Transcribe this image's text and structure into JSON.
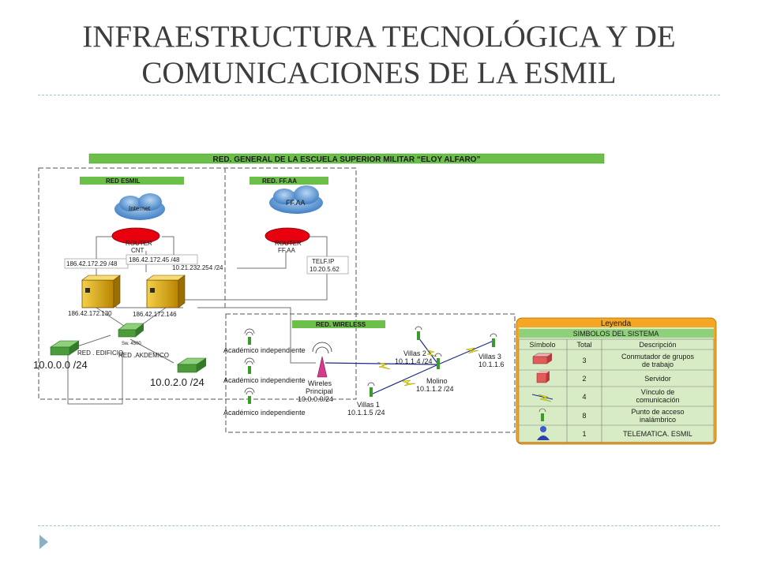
{
  "slide": {
    "title_line1": "INFRAESTRUCTURA TECNOLÓGICA Y DE",
    "title_line2": "COMUNICACIONES DE LA ESMIL"
  },
  "diagram": {
    "banner": "RED. GENERAL DE  LA ESCUELA SUPERIOR MILITAR “ELOY ALFARO”",
    "net_esmil": "RED ESMIL",
    "net_ffaa": "RED. FF.AA",
    "cloud_internet": "Internet",
    "cloud_ffaa": "FF.AA",
    "router_cnt_line1": "ROUTER",
    "router_cnt_line2": "CNT",
    "router_ffaa_line1": "ROUTER",
    "router_ffaa_line2": "FF.AA",
    "ip_cnt_left": "186.42.172.29 /48",
    "ip_cnt_right": "186.42.172.45 /48",
    "ip_ffaa_link": "10.21.232.254 /24",
    "telf_ip_line1": "TELF.IP",
    "telf_ip_line2": "10.20.5.62",
    "server1_ip": "186.42.172.130",
    "server2_ip": "186.42.172.146",
    "core_switch": "Sw. 4500",
    "red_edificio": "RED . EDIFICIO",
    "red_academico": "RED .AKDEMICO",
    "subnet_edificio": "10.0.0.0 /24",
    "subnet_academico": "10.0.2.0 /24",
    "net_wireless": "RED. WIRELESS",
    "ap_academico": "Académico independiente",
    "wireless_principal_line1": "Wireles",
    "wireless_principal_line2": "Principal",
    "wireless_principal_line3": "10.0.0.0/24",
    "villas1_line1": "Villas 1",
    "villas1_line2": "10.1.1.5 /24",
    "villas2_line1": "Villas 2",
    "villas2_line2": "10.1.1.4 /24",
    "villas3_line1": "Villas 3",
    "villas3_line2": "10.1.1.6",
    "molino_line1": "Molino",
    "molino_line2": "10.1.1.2 /24"
  },
  "legend": {
    "title": "Leyenda",
    "subtitle": "SIMBOLOS DEL SISTEMA",
    "headers": [
      "Símbolo",
      "Total",
      "Descripción"
    ],
    "rows": [
      {
        "icon": "switch-icon",
        "total": "3",
        "desc1": "Conmutador de grupos",
        "desc2": "de trabajo"
      },
      {
        "icon": "server-icon",
        "total": "2",
        "desc1": "Servidor",
        "desc2": ""
      },
      {
        "icon": "lightning-link-icon",
        "total": "4",
        "desc1": "Vínculo de",
        "desc2": "comunicación"
      },
      {
        "icon": "antenna-icon",
        "total": "8",
        "desc1": "Punto de acceso",
        "desc2": "inalámbrico"
      },
      {
        "icon": "user-icon",
        "total": "1",
        "desc1": "TELEMATICA. ESMIL",
        "desc2": ""
      }
    ]
  },
  "colors": {
    "green_label": "#6cc04a",
    "router_red": "#e8000f",
    "server_yellow": "#e8b000",
    "switch_green": "#4c9c3c",
    "legend_bg": "#f5a623",
    "legend_inner": "#d7ecc4"
  }
}
